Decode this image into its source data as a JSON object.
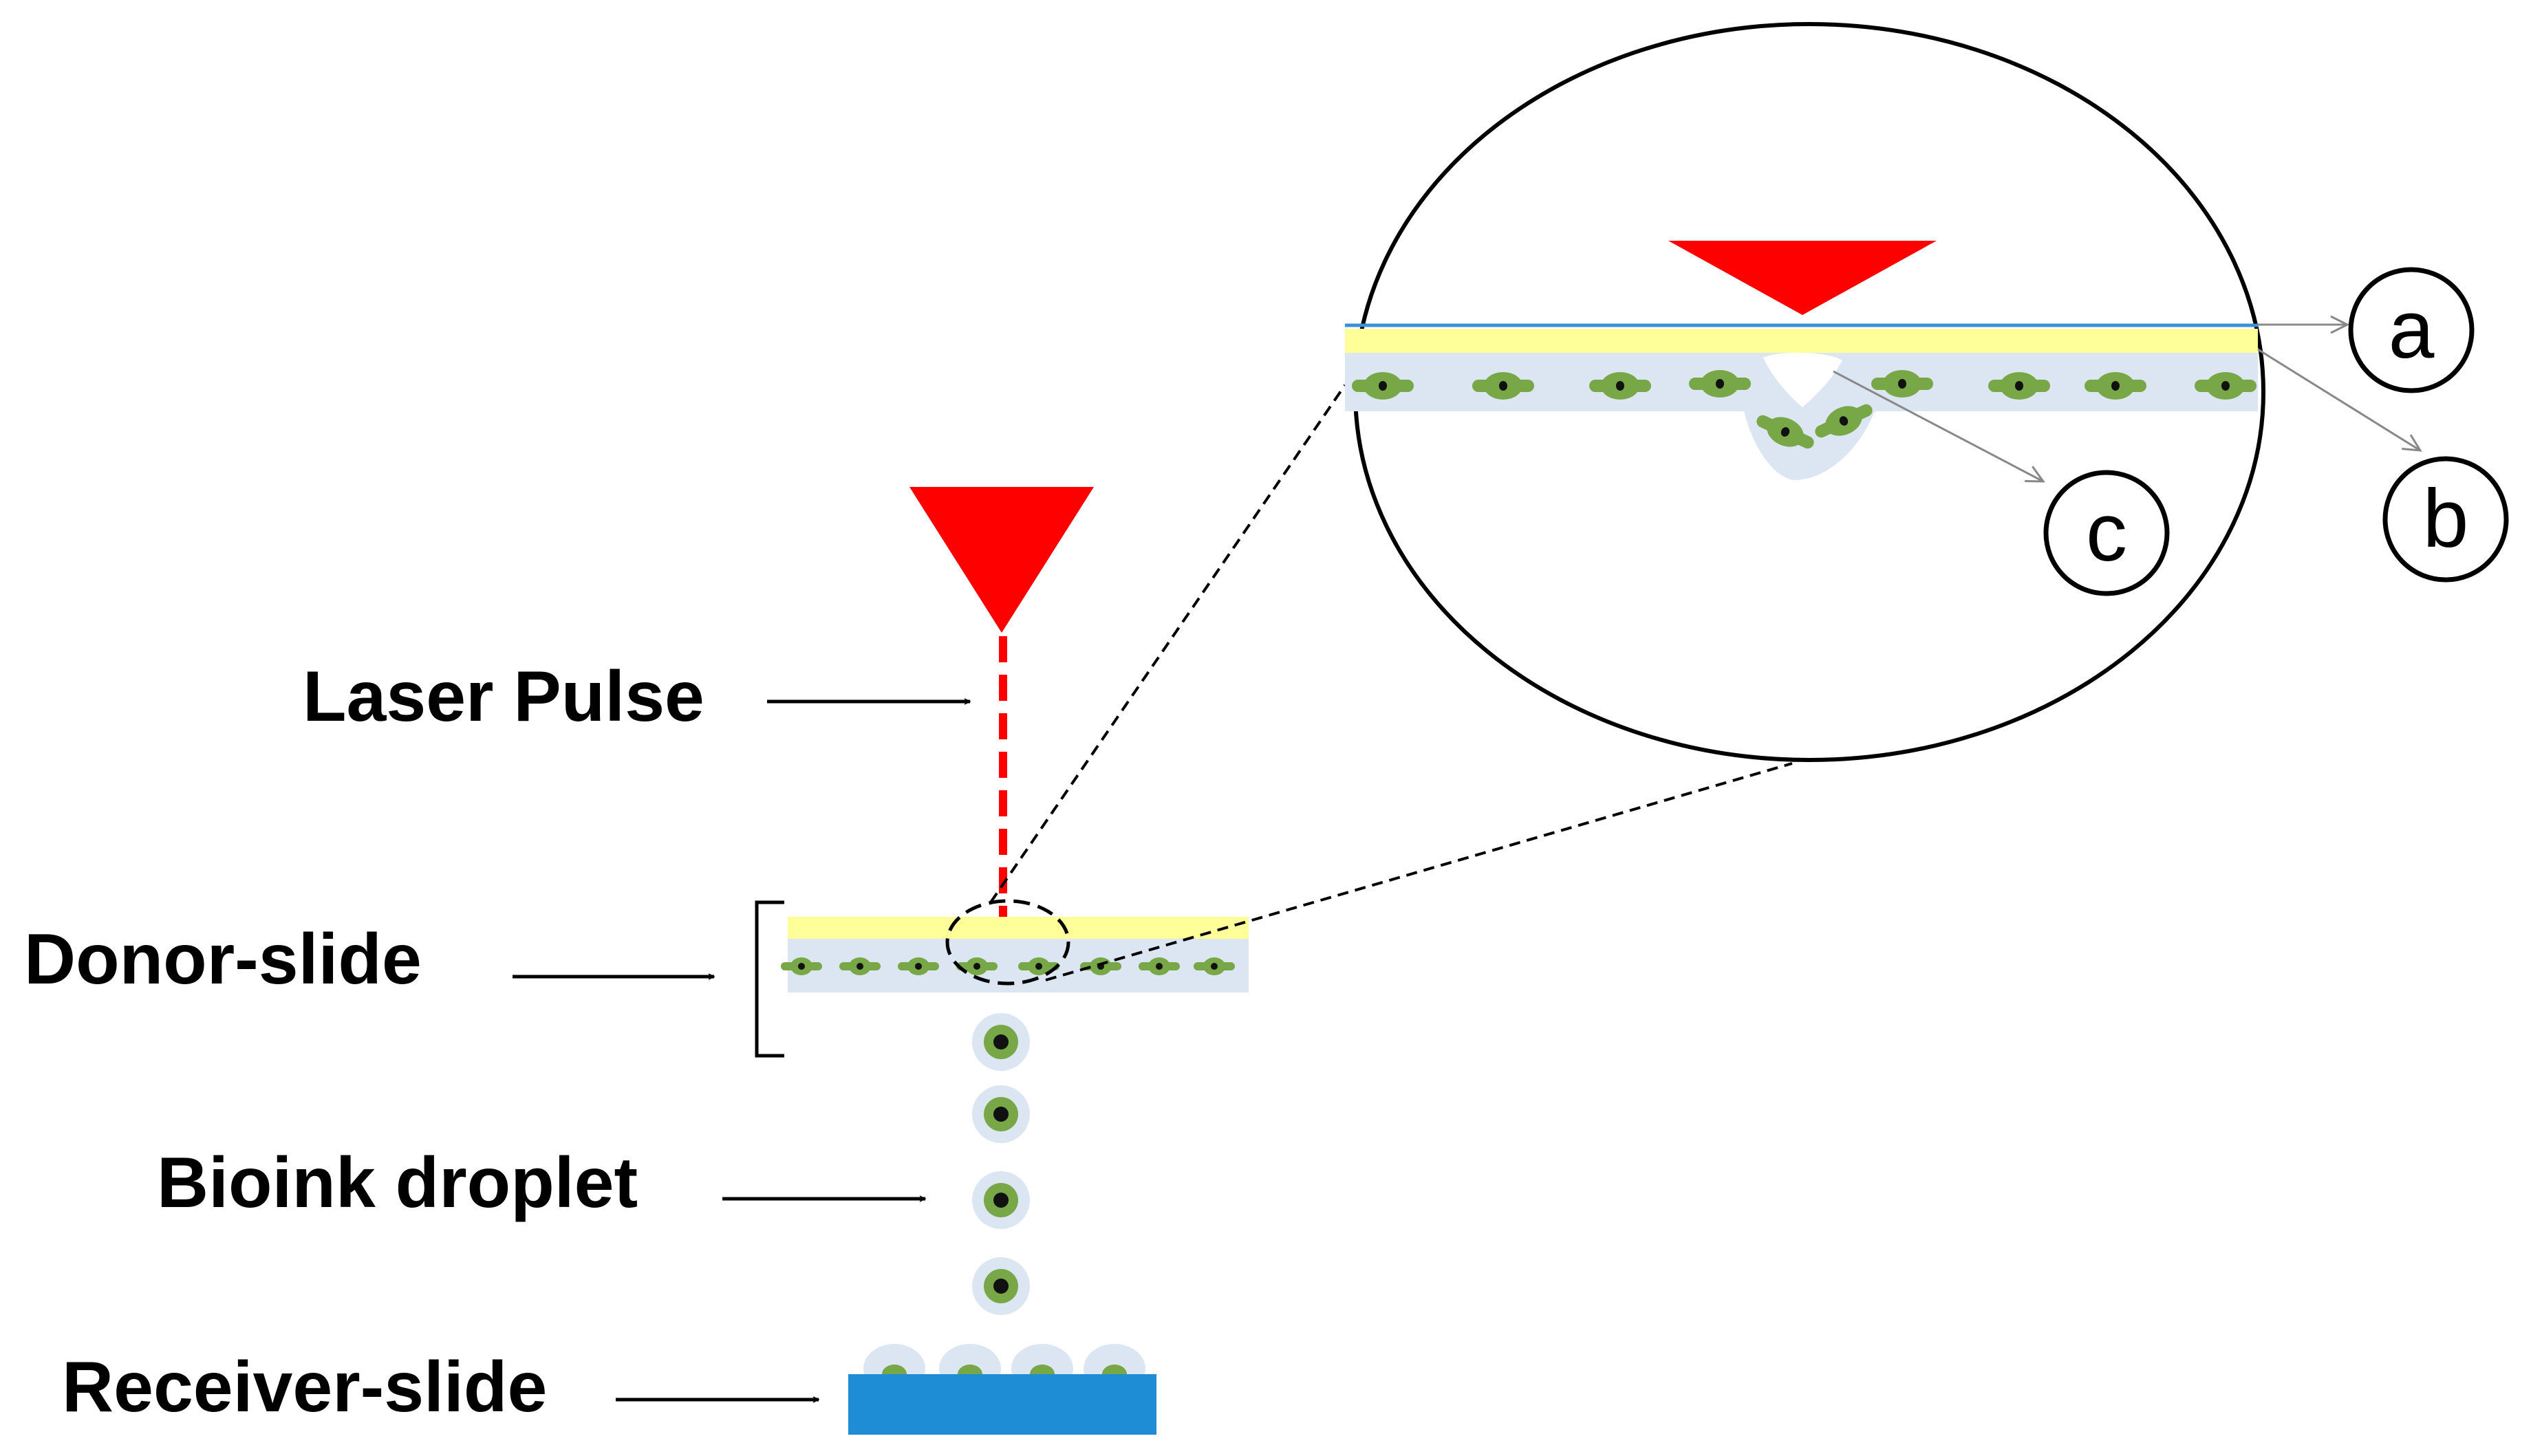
{
  "labels": {
    "laser_pulse": "Laser Pulse",
    "donor_slide": "Donor-slide",
    "bioink_droplet": "Bioink droplet",
    "receiver_slide": "Receiver-slide"
  },
  "callouts": {
    "a": "a",
    "b": "b",
    "c": "c"
  },
  "colors": {
    "laser": "#ff0000",
    "absorbing_layer": "#ffff99",
    "bioink_layer": "#dce6f2",
    "cell": "#77a747",
    "cell_nucleus": "#111111",
    "receiver_slide": "#1f8dd6",
    "donor_top_line": "#3a8fd9"
  },
  "icons": {
    "laser_pulse": "downward-triangle",
    "cell": "cell-with-nucleus"
  }
}
